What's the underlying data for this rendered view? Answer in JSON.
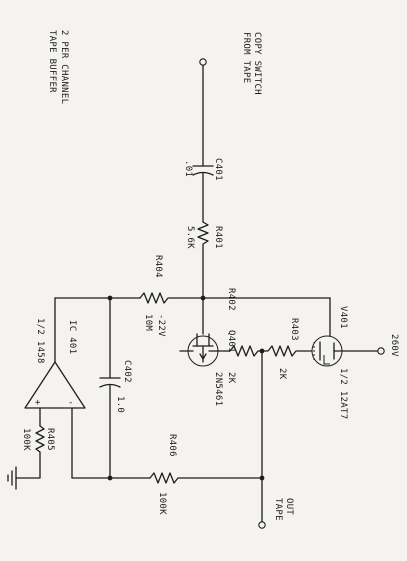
{
  "title": {
    "line1": "TAPE BUFFER",
    "line2": "2 PER CHANNEL"
  },
  "input": {
    "line1": "FROM TAPE",
    "line2": "COPY SWITCH"
  },
  "output": {
    "line1": "TAPE",
    "line2": "OUT"
  },
  "supply": {
    "v260": "260V",
    "neg22": "-22V"
  },
  "c401": {
    "ref": "C401",
    "value": ".01"
  },
  "r401": {
    "ref": "R401",
    "value": "5.6K"
  },
  "r402": {
    "ref": "R402",
    "value": "2K"
  },
  "r403": {
    "ref": "R403",
    "value": "2K"
  },
  "r404": {
    "ref": "R404",
    "value": "10M"
  },
  "r405": {
    "ref": "R405",
    "value": "100K"
  },
  "r406": {
    "ref": "R406",
    "value": "100K"
  },
  "c402": {
    "ref": "C402",
    "value": "1.0"
  },
  "q401": {
    "ref": "Q401",
    "part": "2N5461"
  },
  "v401": {
    "ref": "V401",
    "part": "1/2 12AT7"
  },
  "ic401": {
    "ref": "IC 401",
    "part": "1/2 1458",
    "plus": "+",
    "minus": "-"
  }
}
